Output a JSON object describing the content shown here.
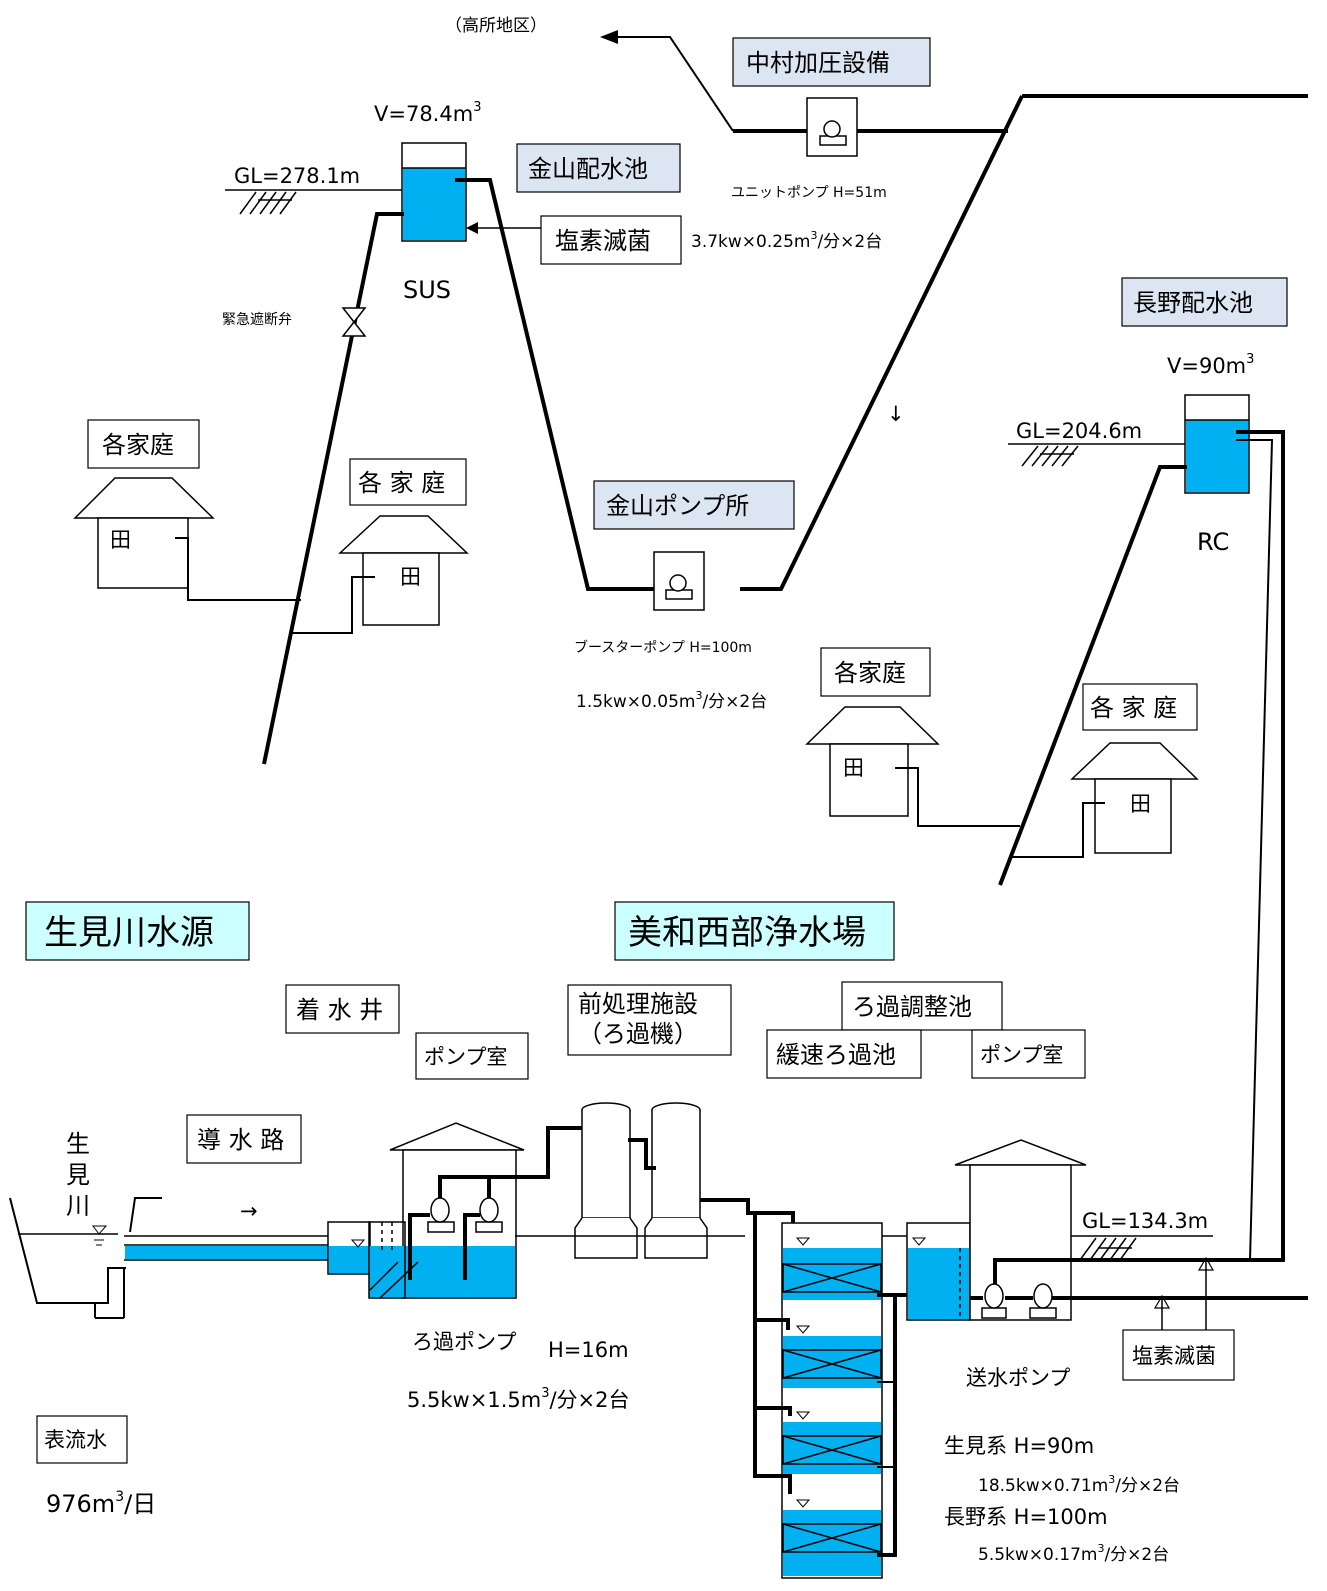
{
  "top": {
    "high_area": "（高所地区）",
    "nakamura_label": "中村加圧設備",
    "unit_pump_spec": "ユニットポンプ  H=51m",
    "unit_pump_power_prefix": "3.7kw×0.25m",
    "unit_pump_power_sup": "3",
    "unit_pump_power_suffix": "/分×2台"
  },
  "kanayama_reservoir": {
    "label": "金山配水池",
    "volume_prefix": "V=78.4m",
    "volume_sup": "3",
    "gl": "GL=278.1m",
    "material": "SUS",
    "chlorine": "塩素滅菌",
    "emergency_valve": "緊急遮断弁"
  },
  "kanayama_pump": {
    "label": "金山ポンプ所",
    "spec": "ブースターポンプ  H=100m",
    "power_prefix": "1.5kw×0.05m",
    "power_sup": "3",
    "power_suffix": "/分×2台"
  },
  "nagano_reservoir": {
    "label": "長野配水池",
    "volume_prefix": "V=90m",
    "volume_sup": "3",
    "gl": "GL=204.6m",
    "material": "RC"
  },
  "households": {
    "house1": "各家庭",
    "house2": "各 家 庭",
    "house3": "各家庭",
    "house4": "各 家 庭",
    "window_glyph": "田"
  },
  "source": {
    "title": "生見川水源",
    "river_chars": [
      "生",
      "見",
      "川"
    ],
    "conduit": "導 水 路",
    "arrow": "→",
    "surface_water": "表流水",
    "flow_prefix": "976m",
    "flow_sup": "3",
    "flow_suffix": "/日"
  },
  "plant": {
    "title": "美和西部浄水場",
    "receiving_well": "着 水 井",
    "pump_room_1": "ポンプ室",
    "pretreatment_1": "前処理施設",
    "pretreatment_2": "（ろ過機）",
    "filter_adjust": "ろ過調整池",
    "slow_sand": "緩速ろ過池",
    "pump_room_2": "ポンプ室",
    "gl": "GL=134.3m",
    "chlorine": "塩素滅菌",
    "filter_pump": "ろ過ポンプ",
    "filter_pump_h": "H=16m",
    "filter_pump_power_prefix": "5.5kw×1.5m",
    "filter_pump_power_sup": "3",
    "filter_pump_power_suffix": "/分×2台",
    "send_pump": "送水ポンプ",
    "ikimi_line": "生見系  H=90m",
    "ikimi_power_prefix": "18.5kw×0.71m",
    "ikimi_power_sup": "3",
    "ikimi_power_suffix": "/分×2台",
    "nagano_line": "長野系  H=100m",
    "nagano_power_prefix": "5.5kw×0.17m",
    "nagano_power_sup": "3",
    "nagano_power_suffix": "/分×2台"
  },
  "colors": {
    "water": "#00b0f0",
    "label_gray": "#dce6f2",
    "label_cyan": "#ccffff"
  }
}
